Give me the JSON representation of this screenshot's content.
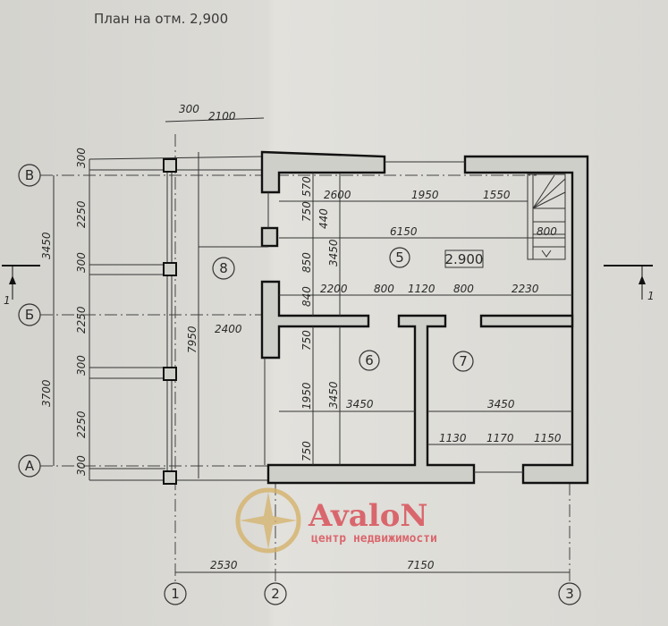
{
  "title": "План  на отм. 2,900",
  "axes": {
    "rows": [
      "В",
      "Б",
      "А"
    ],
    "cols": [
      "1",
      "2",
      "3"
    ]
  },
  "section_marker": "1",
  "rooms": [
    "5",
    "6",
    "7",
    "8"
  ],
  "level_mark": "2.900",
  "dims": {
    "top": [
      "300",
      "2100"
    ],
    "left_outer": [
      "3450",
      "3700"
    ],
    "left_chain": [
      "300",
      "2250",
      "300",
      "2250",
      "300",
      "2250",
      "300"
    ],
    "porch": [
      "7950",
      "2400"
    ],
    "room5_top": [
      "2600",
      "1950",
      "1550"
    ],
    "room5_vert": [
      "570",
      "750",
      "440",
      "850",
      "840",
      "3450"
    ],
    "room5_mid": [
      "6150",
      "800"
    ],
    "room5_bottom": [
      "2200",
      "800",
      "1120",
      "800",
      "2230"
    ],
    "room6": [
      "750",
      "1950",
      "750",
      "3450",
      "3450"
    ],
    "room7": [
      "3450",
      "1130",
      "1170",
      "1150"
    ],
    "bottom": [
      "2530",
      "7150"
    ]
  },
  "watermark": {
    "brand": "AvaloN",
    "tagline": "центр недвижимости"
  }
}
